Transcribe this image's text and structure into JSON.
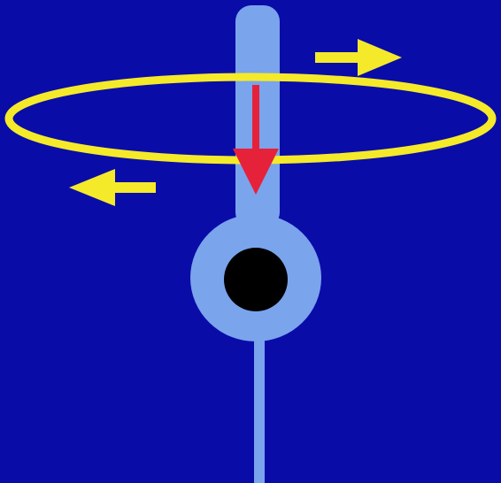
{
  "colors": {
    "background": "#0a0ca8",
    "probe_body": "#7aa4ec",
    "bulb_center": "#000000",
    "current_loop": "#f4ea2a",
    "current_arrows": "#f4ea2a",
    "field_arrow": "#e6213a"
  },
  "elements": {
    "probe": "probe-body",
    "loop": "current-loop",
    "field_arrow": "magnetic-field-arrow",
    "current_arrow_right": "arrow-right-icon",
    "current_arrow_left": "arrow-left-icon"
  }
}
